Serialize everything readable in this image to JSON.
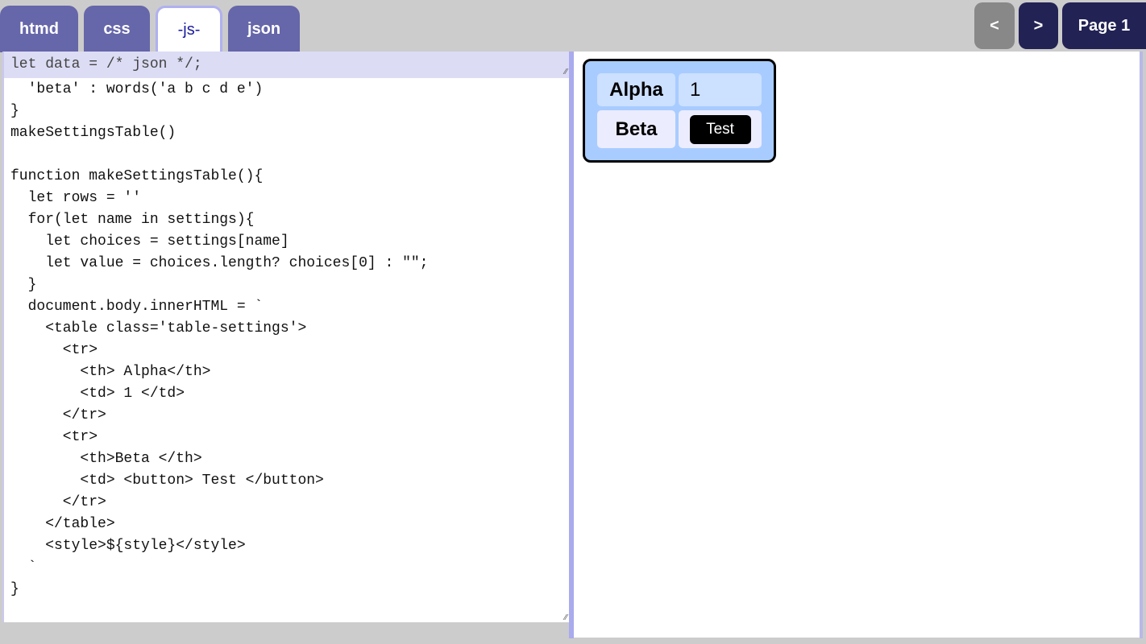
{
  "tabs": [
    {
      "label": "htmd"
    },
    {
      "label": "css"
    },
    {
      "label": "-js-",
      "active": true
    },
    {
      "label": "json"
    }
  ],
  "nav": {
    "prev_label": "<",
    "next_label": ">",
    "page_label": "Page 1"
  },
  "editor": {
    "header": "let data = /* json */;",
    "code": "  'beta' : words('a b c d e')\n}\nmakeSettingsTable()\n\nfunction makeSettingsTable(){\n  let rows = ''\n  for(let name in settings){\n    let choices = settings[name]\n    let value = choices.length? choices[0] : \"\";\n  }\n  document.body.innerHTML = `\n    <table class='table-settings'>\n      <tr>\n        <th> Alpha</th>\n        <td> 1 </td>\n      </tr>\n      <tr>\n        <th>Beta </th>\n        <td> <button> Test </button>\n      </tr>\n    </table>\n    <style>${style}</style>\n  `\n}"
  },
  "preview": {
    "rows": [
      {
        "label": "Alpha",
        "value": "1"
      },
      {
        "label": "Beta",
        "button": "Test"
      }
    ]
  },
  "colors": {
    "tab": "#6666aa",
    "nav_dark": "#222255",
    "nav_disabled": "#888888",
    "panel": "#a8ccff"
  }
}
